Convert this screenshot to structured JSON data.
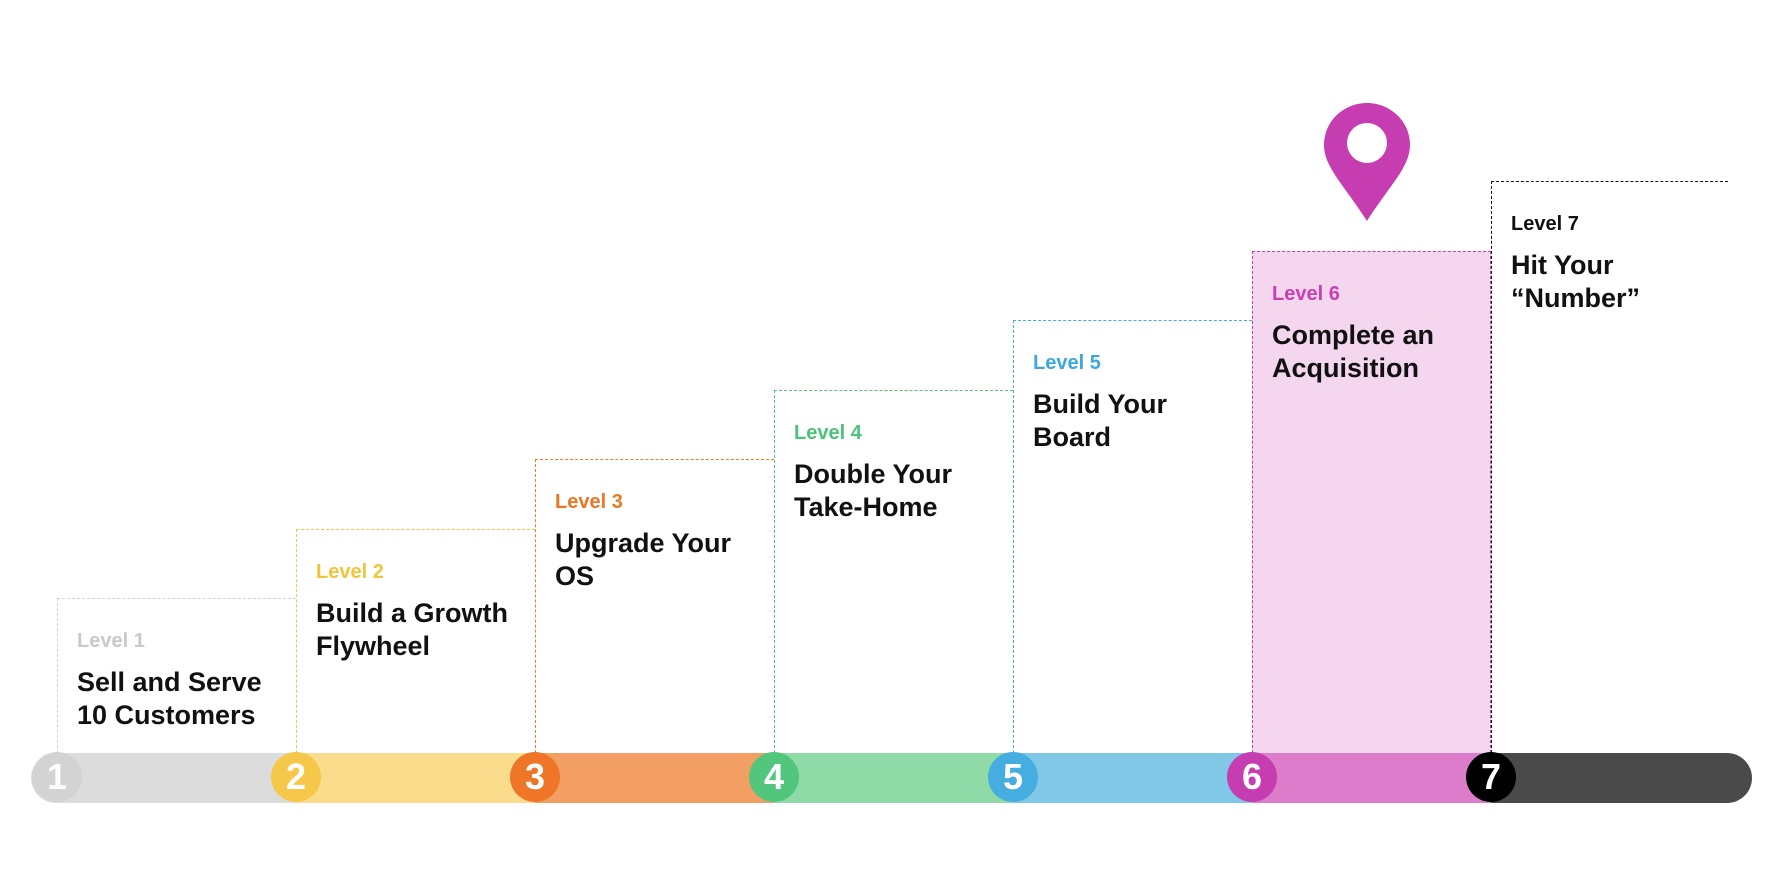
{
  "levels": [
    {
      "level_label": "Level 1",
      "title": "Sell and Serve 10 Customers",
      "number": "1",
      "label_color": "#c9c9c9",
      "marker_color": "#d3d3d3",
      "band_color": "#dcdcdc",
      "border_color": "#d0d0d0",
      "fill": ""
    },
    {
      "level_label": "Level 2",
      "title": "Build a Growth Flywheel",
      "number": "2",
      "label_color": "#f2c43c",
      "marker_color": "#f6c84a",
      "band_color": "#f9dc8c",
      "border_color": "#f2c744",
      "fill": ""
    },
    {
      "level_label": "Level 3",
      "title": "Upgrade Your OS",
      "number": "3",
      "label_color": "#ec7723",
      "marker_color": "#ee7626",
      "band_color": "#f39f63",
      "border_color": "#ee7a2a",
      "fill": ""
    },
    {
      "level_label": "Level 4",
      "title": "Double Your Take-Home",
      "number": "4",
      "label_color": "#4cc27a",
      "marker_color": "#52c67d",
      "band_color": "#8fdba8",
      "border_color": "#55c57e",
      "fill": ""
    },
    {
      "level_label": "Level 5",
      "title": "Build Your Board",
      "number": "5",
      "label_color": "#3aa9de",
      "marker_color": "#45ade0",
      "band_color": "#81c8e8",
      "border_color": "#45ade0",
      "fill": ""
    },
    {
      "level_label": "Level 6",
      "title": "Complete an Acquisition",
      "number": "6",
      "label_color": "#c73fb0",
      "marker_color": "#c63db2",
      "band_color": "#dc7cca",
      "border_color": "#c63db2",
      "fill": "#f4d6ee"
    },
    {
      "level_label": "Level 7",
      "title": "Hit Your “Number”",
      "number": "7",
      "label_color": "#111111",
      "marker_color": "#000000",
      "band_color": "#4a4a4a",
      "border_color": "#111111",
      "fill": ""
    }
  ],
  "current_level": 6,
  "pin_color": "#c63db2",
  "pin_icon": "location-pin-icon"
}
